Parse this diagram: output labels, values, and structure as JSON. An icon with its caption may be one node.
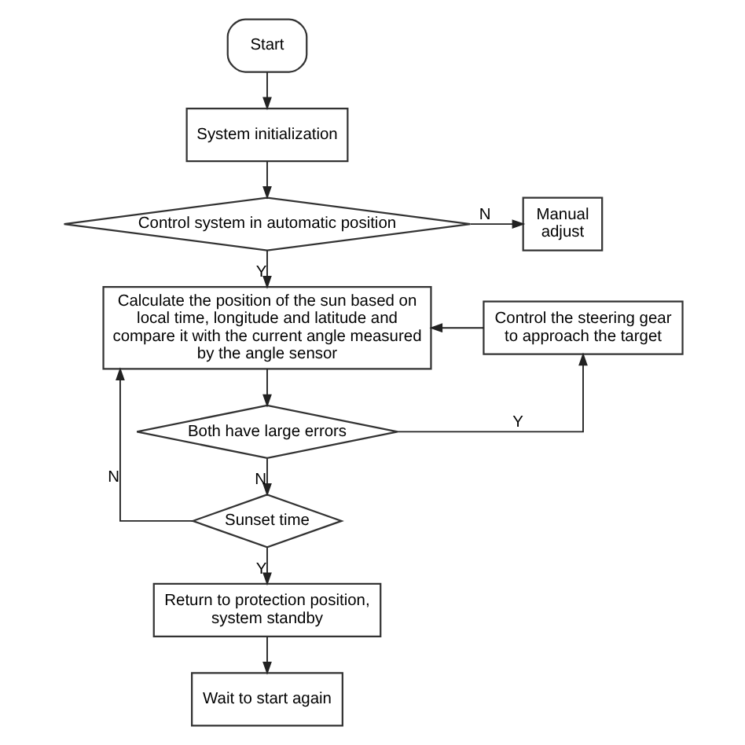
{
  "diagram": {
    "nodes": [
      {
        "text": [
          "Start"
        ]
      },
      {
        "text": [
          "System initialization"
        ]
      },
      {
        "text": [
          "Control system in automatic position"
        ]
      },
      {
        "text": [
          "Manual adjust"
        ]
      },
      {
        "text": [
          "Calculate the position of the sun based on local time, longitude and latitude and compare it with the current angle measured by the angle sensor"
        ]
      },
      {
        "text": [
          "Control the steering gear to approach the target"
        ]
      },
      {
        "text": [
          "Both have large errors"
        ]
      },
      {
        "text": [
          "Sunset time"
        ]
      },
      {
        "text": [
          "Return to protection position, system standby"
        ]
      },
      {
        "text": [
          "Wait to start again"
        ]
      }
    ],
    "edges": [
      {
        "from": 0,
        "to": 1,
        "arrow": "to"
      },
      {
        "from": 1,
        "to": 2,
        "arrow": "to"
      },
      {
        "from": 2,
        "to": 3,
        "arrow": "to",
        "label": "N"
      },
      {
        "from": 2,
        "to": 4,
        "arrow": "to",
        "label": "Y"
      },
      {
        "from": 5,
        "to": 4,
        "arrow": "to"
      },
      {
        "from": 4,
        "to": 6,
        "arrow": "to"
      },
      {
        "from": 6,
        "to": 5,
        "arrow": "to",
        "label": "Y"
      },
      {
        "from": 6,
        "to": 7,
        "arrow": "to",
        "label": "N"
      },
      {
        "from": 7,
        "to": 4,
        "arrow": "to",
        "label": "N"
      },
      {
        "from": 7,
        "to": 8,
        "arrow": "to",
        "label": "Y"
      },
      {
        "from": 8,
        "to": 9,
        "arrow": "to"
      }
    ]
  }
}
